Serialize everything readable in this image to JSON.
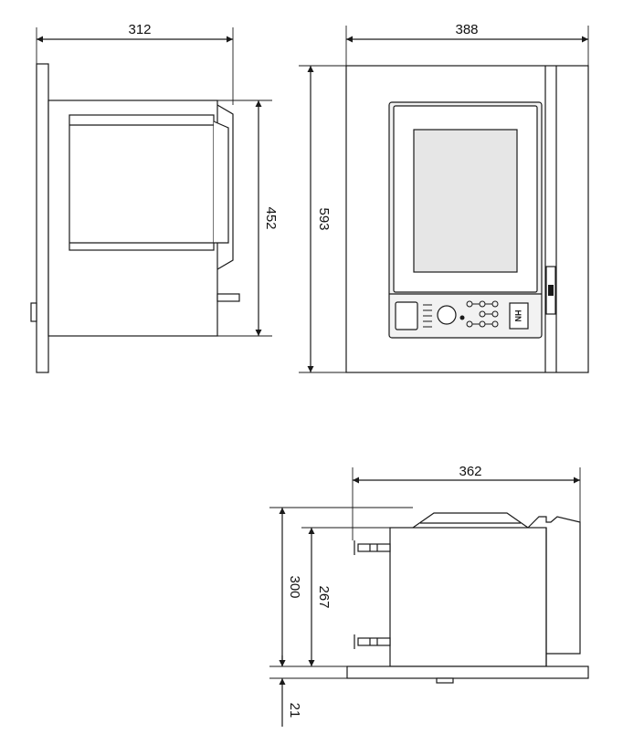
{
  "drawing": {
    "ink": "#1a1a1a",
    "panel_fill": "#f2f2f2",
    "screen_fill": "#e6e6e6",
    "side_view": {
      "width_dim": "312",
      "height_dim": "452"
    },
    "front_view": {
      "width_dim": "388",
      "height_dim": "593",
      "logo_text": "HN"
    },
    "bottom_view": {
      "width_dim": "362",
      "outer_height_dim": "300",
      "inner_height_dim": "267",
      "base_dim": "21"
    }
  }
}
